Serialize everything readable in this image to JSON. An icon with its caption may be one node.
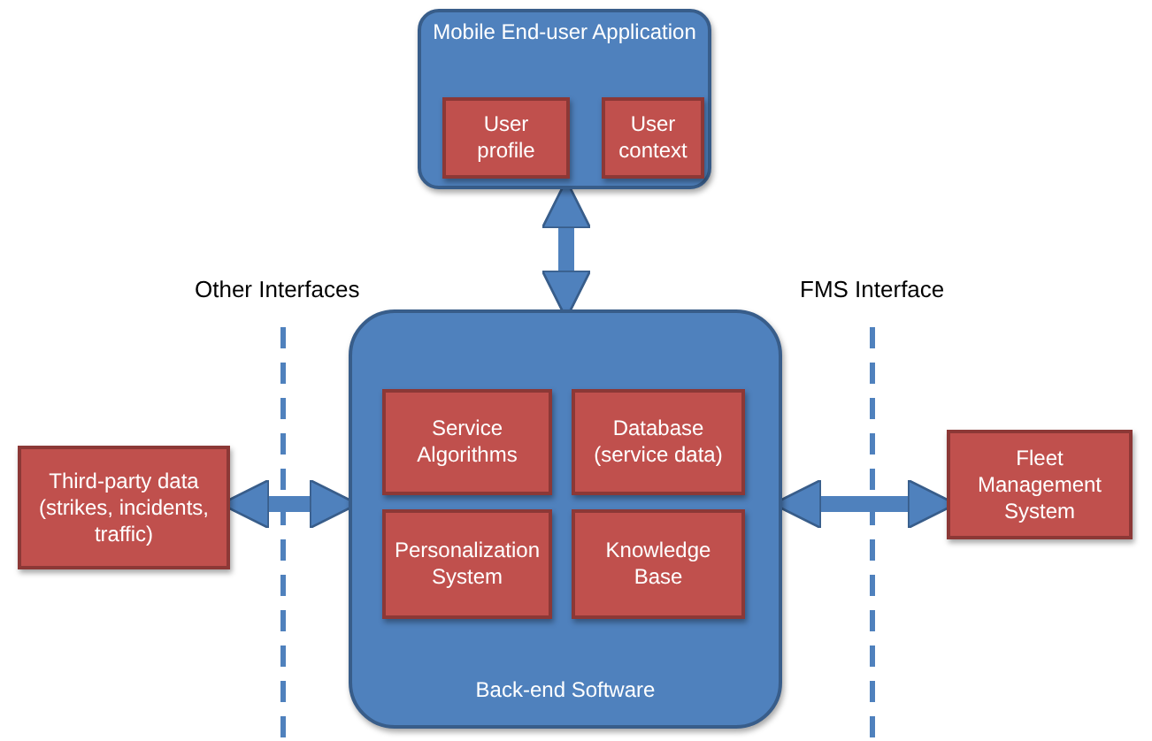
{
  "diagram": {
    "nodes": [
      {
        "text": [
          "Mobile End-user Application"
        ]
      },
      {
        "text": [
          "User profile"
        ],
        "in": 0
      },
      {
        "text": [
          "User context"
        ],
        "in": 0
      },
      {
        "text": [
          "Back-end Software"
        ]
      },
      {
        "text": [
          "Service Algorithms"
        ],
        "in": 3
      },
      {
        "text": [
          "Database (service data)"
        ],
        "in": 3
      },
      {
        "text": [
          "Personalization System"
        ],
        "in": 3
      },
      {
        "text": [
          "Knowledge Base"
        ],
        "in": 3
      },
      {
        "text": [
          "Third-party data (strikes, incidents, traffic)"
        ]
      },
      {
        "text": [
          "Fleet Management System"
        ]
      }
    ],
    "edges": [
      {
        "from": 0,
        "to": 3,
        "arrow": "both"
      },
      {
        "from": 8,
        "to": 3,
        "arrow": "both"
      },
      {
        "from": 3,
        "to": 9,
        "arrow": "both"
      }
    ],
    "labels": [
      "Other Interfaces",
      "FMS Interface"
    ]
  }
}
